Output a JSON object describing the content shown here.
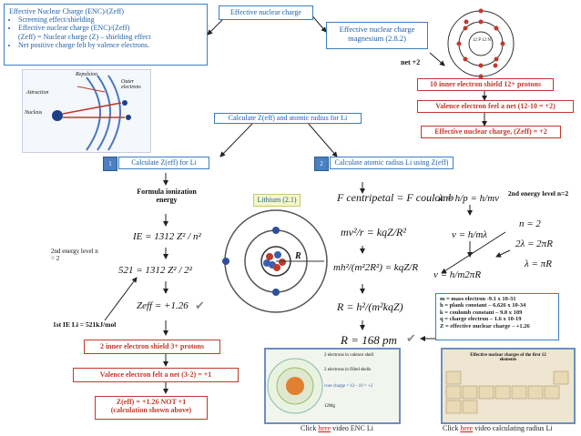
{
  "enc_box": {
    "title": "Effective Nuclear Charge (ENC)/(Zeff)",
    "items": [
      "Screening effect/shielding",
      "Effective nuclear charge (ENC)/(Zeff)",
      "(Zeff) = Nuclear charge (Z) – shielding effect",
      "Net positive charge felt by valence electrons."
    ]
  },
  "diagram_labels": {
    "repulsion": "Repulsion",
    "attraction": "Attraction",
    "outer_electrons": "Outer electrons",
    "nucleus": "Nucleus"
  },
  "top_center": "Effective nuclear charge",
  "mg_box": "Effective nuclear charge magnesium (2.8.2)",
  "mg_atom_label": "12 P 12 N",
  "net_label": "net +2",
  "mg_steps": [
    "10 inner electron shield 12+ protons",
    "Valence electron feel a net (12-10 = +2)",
    "Effective nuclear charge, (Zeff) = +2"
  ],
  "calc_center": "Calculate Z(eff) and atomic radius for Li",
  "left_header": {
    "num": "1",
    "label": "Calculate Z(eff) for Li"
  },
  "right_header": {
    "num": "2",
    "label": "Calculate atomic radius Li using Z(eff)"
  },
  "formula_label": "Formula ionization energy",
  "lithium_label": "Lithium (2.1)",
  "li_atom_r": "R",
  "energy_level_left": "2nd energy level n = 2",
  "energy_level_right": "2nd energy level n=2",
  "ie_label": "1st IE Li = 521kJ/mol",
  "left_formulas": {
    "ie": "IE = 1312 Z² / n²",
    "sub": "521 = 1312 Z² / 2²",
    "result": "Zeff = +1.26"
  },
  "right_formulas": {
    "f1": "F centripetal = F coulomb",
    "f2": "mv²/r = kqZ/R²",
    "f3": "mh²/(m²2R²) = kqZ/R",
    "f4": "R = h²/(m²kqZ)",
    "f5": "R = 168 pm",
    "l1": "λ = h/p = h/mv",
    "l2": "v = h/mλ",
    "l3": "v = h/m2πR",
    "n1": "n = 2",
    "n2": "2λ = 2πR",
    "n3": "λ = πR"
  },
  "constants": [
    "m = mass electron -9.1 x 10-31",
    "h = plank constant – 6.626 x 10-34",
    "k = coulomb constant – 9.0 x 109",
    "q = charge electron – 1.6 x 10-19",
    "Z = effective nuclear charge – +1.26"
  ],
  "li_steps": [
    "2 inner electron shield 3+ protons",
    "Valence electron felt a net (3-2) = +1",
    "Z(eff) = +1.26 NOT +1 (calculation shown above)"
  ],
  "thumb1_lines": [
    "2 electrons in valence shell",
    "2 electrons in filled shells",
    "core charge = 12 - 10 = +2",
    "12Mg"
  ],
  "thumb2_title": "Effective nuclear charges of the first 12 elements",
  "links": {
    "left_pre": "Click ",
    "left_link": "here",
    "left_post": " video ENC Li",
    "right_pre": "Click ",
    "right_link": "here",
    "right_post": " video calculating radius Li"
  },
  "colors": {
    "accent_blue": "#3b7fc4",
    "accent_red": "#c0392b",
    "tag_blue": "#4a7fc0"
  }
}
